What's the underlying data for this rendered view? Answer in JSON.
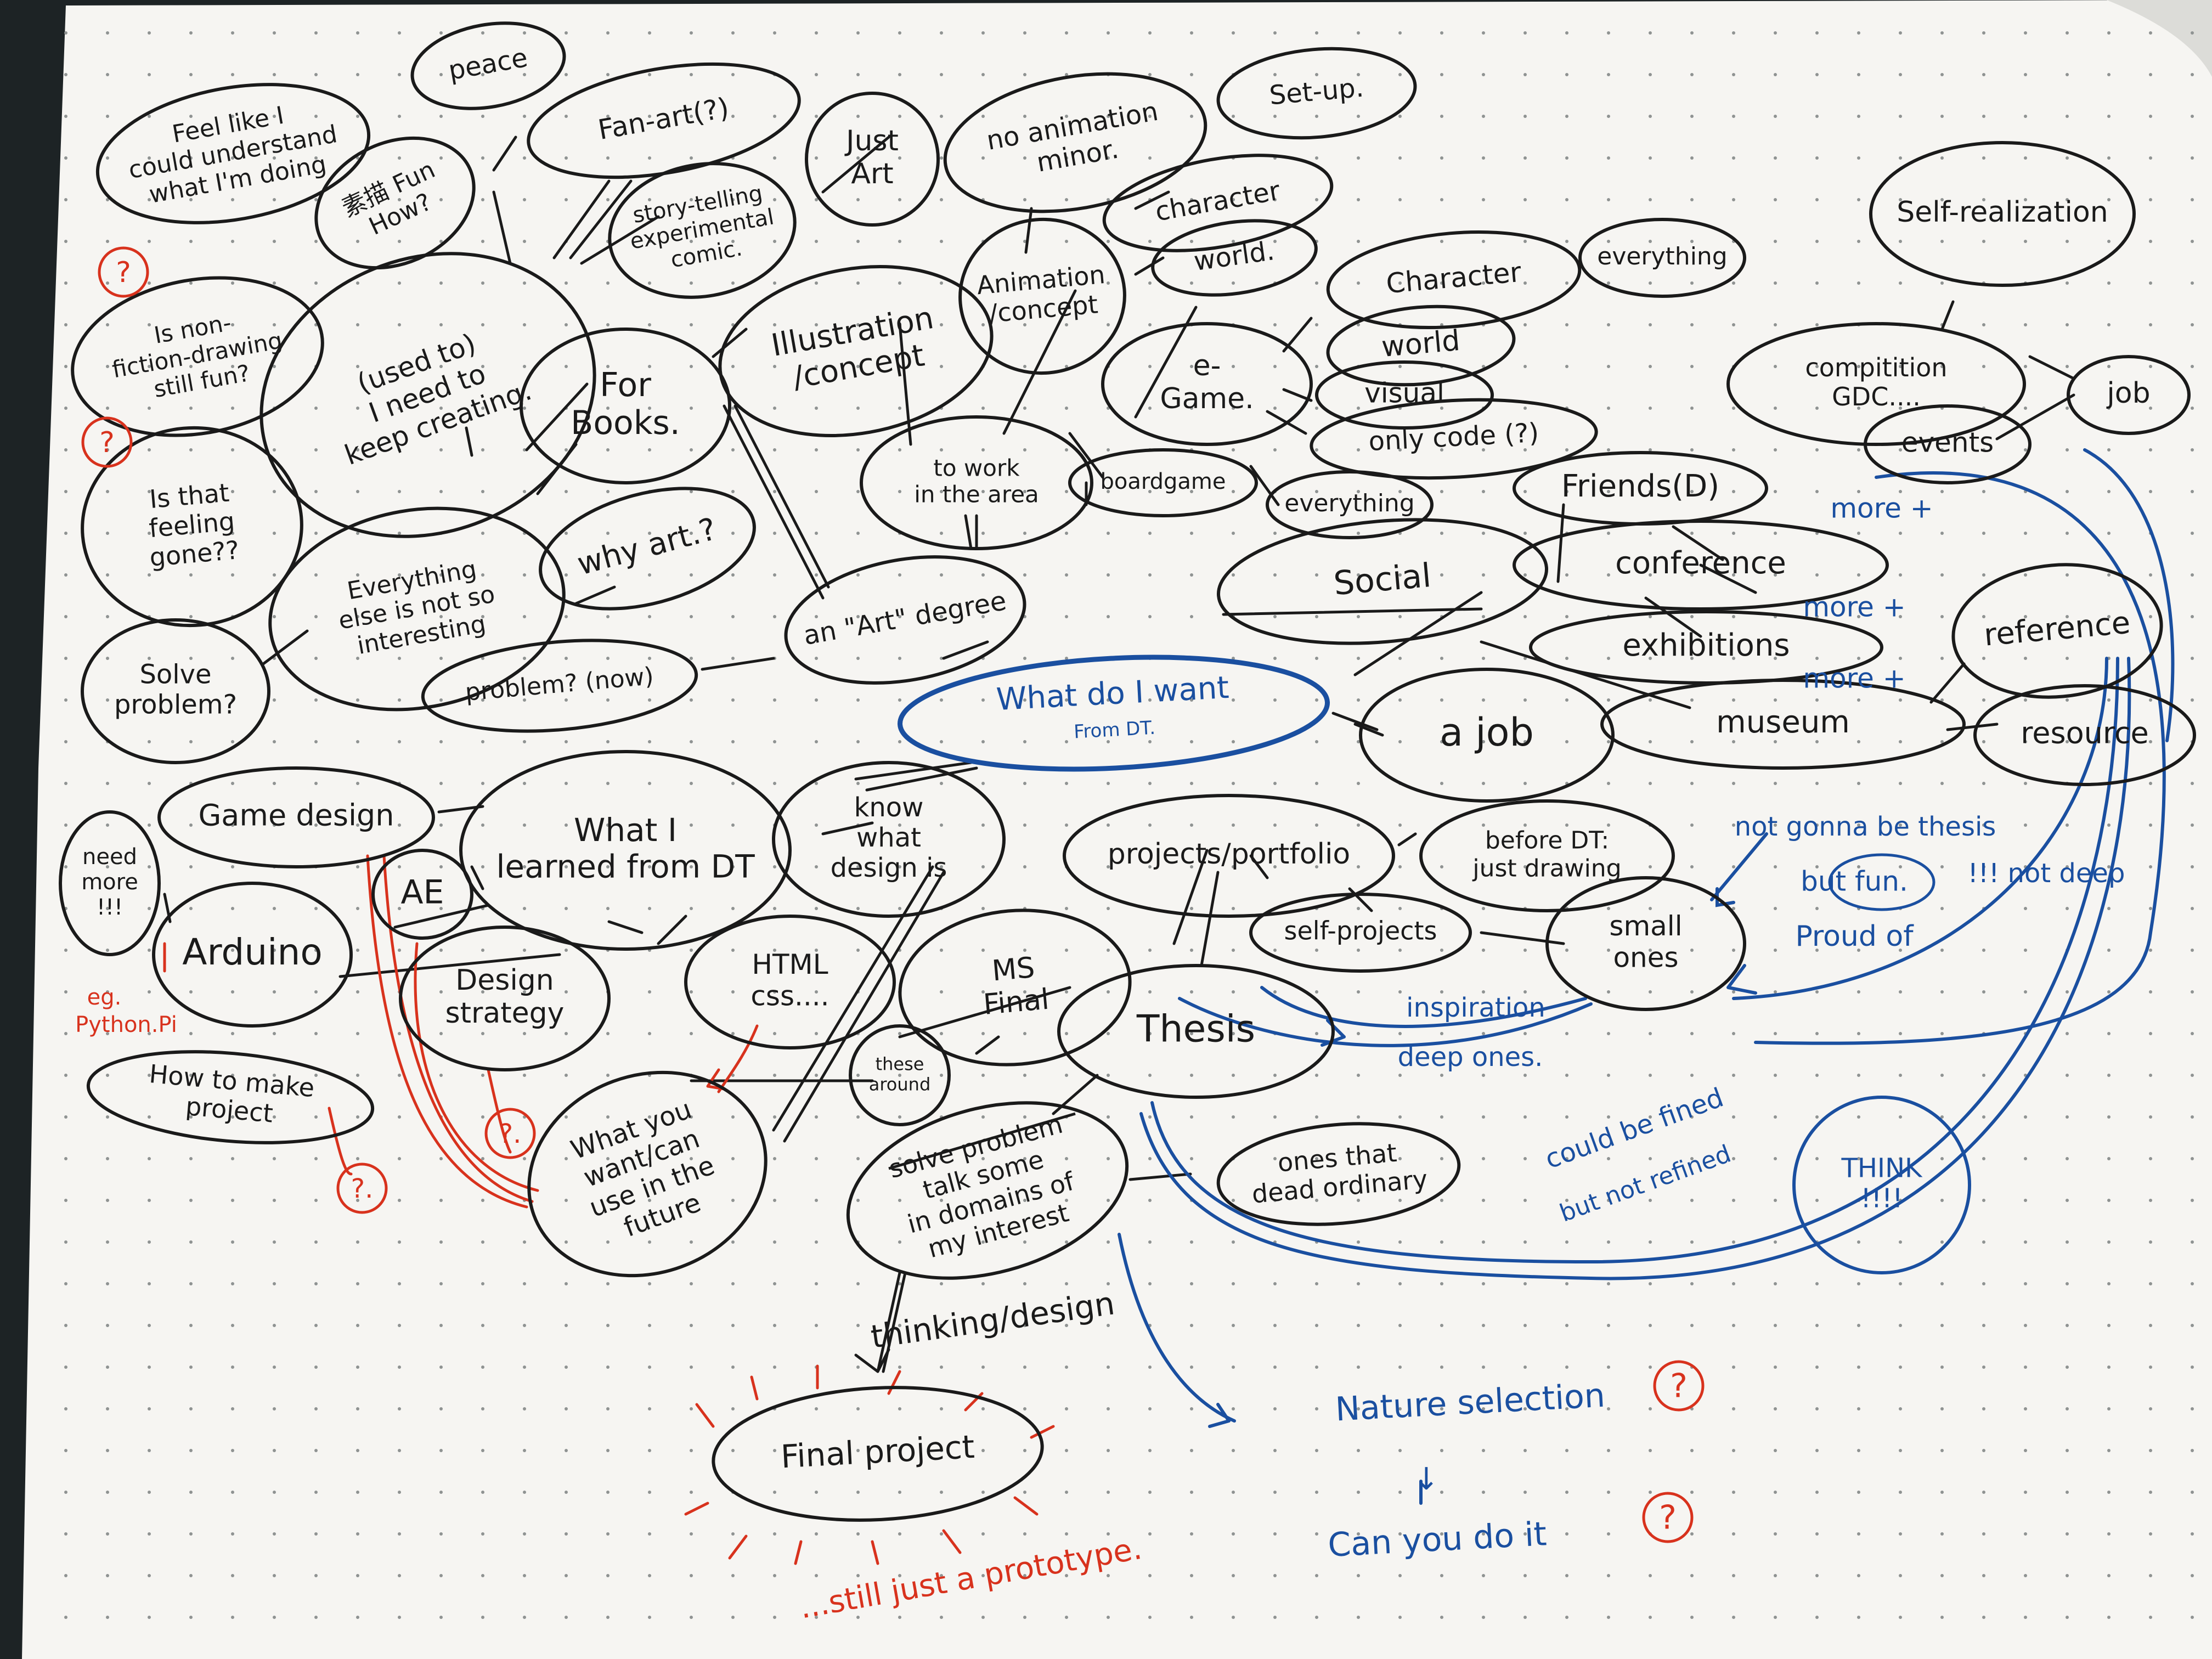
{
  "colors": {
    "ink": "#1a1a1a",
    "red": "#d8321d",
    "blue": "#1a4fa0",
    "paper": "#f6f5f2",
    "background": "#1d2325"
  },
  "nodes": {
    "center": {
      "line1": "What do I want",
      "line2": "From DT."
    },
    "feel_like": {
      "line1": "Feel like I",
      "line2": "could understand",
      "line3": "what I'm doing"
    },
    "peace": {
      "text": "peace"
    },
    "fun_how": {
      "line1": "素描 Fun",
      "line2": "How?"
    },
    "fan_art": {
      "text": "Fan-art(?)"
    },
    "just_art": {
      "line1": "Just",
      "line2": "Art"
    },
    "no_animation": {
      "line1": "no animation",
      "line2": "minor."
    },
    "set_up": {
      "text": "Set-up."
    },
    "storytelling": {
      "line1": "story-telling",
      "line2": "experimental",
      "line3": "comic."
    },
    "character_top": {
      "text": "character"
    },
    "world_top": {
      "text": "world."
    },
    "animation": {
      "line1": "Animation",
      "line2": "/concept"
    },
    "character_mid": {
      "text": "Character"
    },
    "everything_top": {
      "text": "everything"
    },
    "self_realization": {
      "text": "Self-realization"
    },
    "non_fiction": {
      "line1": "Is non-",
      "line2": "fiction-drawing",
      "line3": "still fun?"
    },
    "used_to": {
      "line1": "(used to)",
      "line2": "I need to",
      "line3": "keep creating."
    },
    "for_books": {
      "line1": "For",
      "line2": "Books."
    },
    "illustration": {
      "line1": "Illustration",
      "line2": "/concept"
    },
    "egame": {
      "line1": "e-",
      "line2": "Game."
    },
    "world_mid": {
      "text": "world"
    },
    "visual": {
      "text": "visual"
    },
    "only_code": {
      "text": "only code (?)"
    },
    "competition": {
      "line1": "compitition",
      "line2": "GDC...."
    },
    "job_right": {
      "text": "job"
    },
    "events": {
      "text": "events"
    },
    "feeling_gone": {
      "line1": "Is that",
      "line2": "feeling",
      "line3": "gone??"
    },
    "work_area": {
      "line1": "to work",
      "line2": "in the area"
    },
    "boardgame": {
      "text": "boardgame"
    },
    "everything_mid": {
      "text": "everything"
    },
    "friends": {
      "text": "Friends(D)"
    },
    "everything_else": {
      "line1": "Everything",
      "line2": "else is not so",
      "line3": "interesting"
    },
    "why_art": {
      "text": "why art.?"
    },
    "art_degree": {
      "text": "an \"Art\" degree"
    },
    "social": {
      "text": "Social"
    },
    "conference": {
      "text": "conference"
    },
    "solve_problem": {
      "line1": "Solve",
      "line2": "problem?"
    },
    "problem_now": {
      "text": "problem? (now)"
    },
    "exhibitions": {
      "text": "exhibitions"
    },
    "reference": {
      "text": "reference"
    },
    "a_job": {
      "text": "a job"
    },
    "museum": {
      "text": "museum"
    },
    "resource": {
      "text": "resource"
    },
    "game_design": {
      "text": "Game design"
    },
    "learned_dt": {
      "line1": "What I",
      "line2": "learned from DT"
    },
    "know_design": {
      "line1": "know",
      "line2": "what",
      "line3": "design is"
    },
    "projects_portfolio": {
      "text": "projects/portfolio"
    },
    "before_dt": {
      "line1": "before DT:",
      "line2": "just drawing"
    },
    "need_more": {
      "line1": "need",
      "line2": "more",
      "line3": "!!!"
    },
    "ae": {
      "text": "AE"
    },
    "arduino": {
      "text": "Arduino"
    },
    "self_projects": {
      "text": "self-projects"
    },
    "small_ones": {
      "line1": "small",
      "line2": "ones"
    },
    "html_css": {
      "line1": "HTML",
      "line2": "css...."
    },
    "ms_final": {
      "line1": "MS",
      "line2": "Final"
    },
    "design_strategy": {
      "line1": "Design",
      "line2": "strategy"
    },
    "thesis": {
      "text": "Thesis"
    },
    "how_to_make": {
      "line1": "How to make",
      "line2": "project"
    },
    "these_around": {
      "line1": "these",
      "line2": "around"
    },
    "what_you_use": {
      "line1": "What you",
      "line2": "want/can",
      "line3": "use in the",
      "line4": "future"
    },
    "talk_domains": {
      "line1": "solve problem",
      "line2": "talk some",
      "line3": "in domains of",
      "line4": "my interest"
    },
    "ones_that_dead": {
      "line1": "ones that",
      "line2": "dead ordinary"
    },
    "think": {
      "line1": "THINK",
      "line2": "!!!!"
    },
    "final_project": {
      "text": "Final project"
    }
  },
  "annotations": {
    "q_red_1": "?",
    "q_red_2": "?",
    "eg_python": {
      "line1": "eg.",
      "line2": "Python.Pi"
    },
    "q_red_3": "?.",
    "q_red_4": "?.",
    "q_red_5": "?",
    "q_red_6": "?",
    "more_1": "more +",
    "more_2": "more +",
    "more_3": "more +",
    "not_gonna": "not gonna be thesis",
    "but_fun": "but fun.",
    "not_deep": "!!! not deep",
    "proud_of": "Proud of",
    "inspiration": {
      "line1": "inspiration",
      "line2": "deep ones."
    },
    "could_be": {
      "line1": "could be fined",
      "line2": "but not refined"
    },
    "thinking_design": "thinking/design",
    "nature_selection": "Nature selection",
    "can_you": "Can you do it",
    "prototype": "...still just a prototype.",
    "down_arrow": "↓"
  }
}
